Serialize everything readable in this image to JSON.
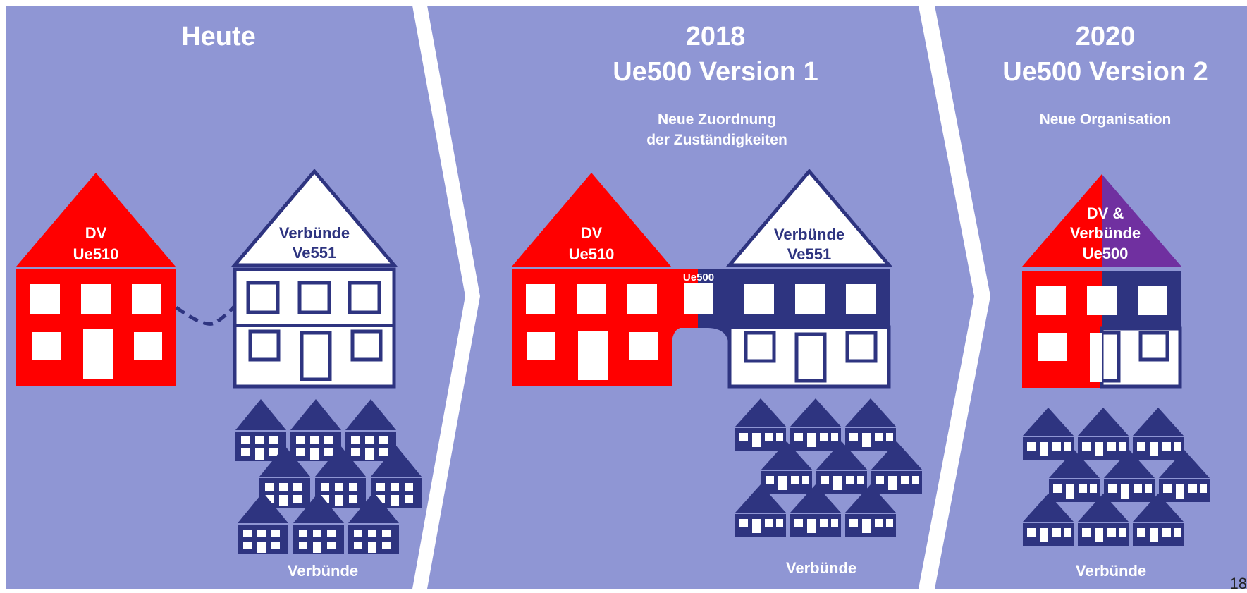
{
  "colors": {
    "panel_bg": "#8f96d4",
    "dv_red": "#ff0000",
    "verbuende_navy": "#2e3480",
    "merged_purple": "#7030a0",
    "white": "#ffffff",
    "chevron_gap": "#ffffff"
  },
  "panels": [
    {
      "id": "heute",
      "title": "Heute",
      "title_line2": "",
      "subtitle": "",
      "subtitle_line2": "",
      "house_left": {
        "line1": "DV",
        "line2": "Ue510"
      },
      "house_right": {
        "line1": "Verbünde",
        "line2": "Ve551"
      },
      "footer": "Verbünde"
    },
    {
      "id": "2018",
      "title": "2018",
      "title_line2": "Ue500 Version 1",
      "subtitle": "Neue Zuordnung",
      "subtitle_line2": "der Zuständigkeiten",
      "house_left": {
        "line1": "DV",
        "line2": "Ue510"
      },
      "house_right": {
        "line1": "Verbünde",
        "line2": "Ve551"
      },
      "bridge_label": "Ue500",
      "footer": "Verbünde"
    },
    {
      "id": "2020",
      "title": "2020",
      "title_line2": "Ue500 Version 2",
      "subtitle": "Neue Organisation",
      "subtitle_line2": "",
      "house_merged": {
        "line1": "DV &",
        "line2": "Verbünde",
        "line3": "Ue500"
      },
      "footer": "Verbünde"
    }
  ],
  "page_number": "18"
}
